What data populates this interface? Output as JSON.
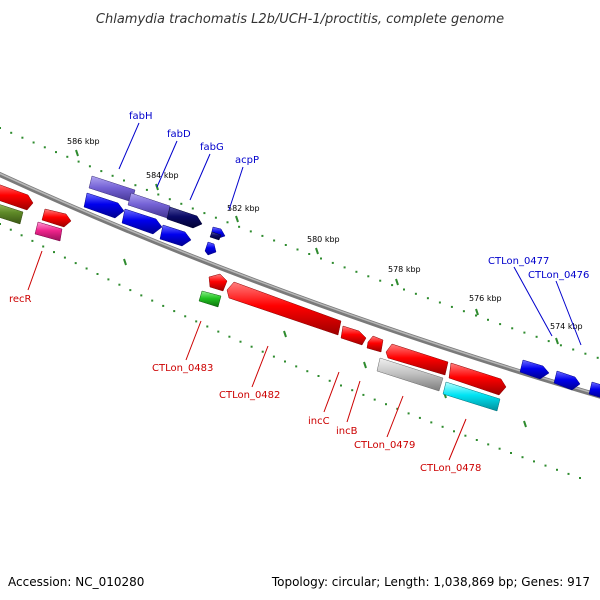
{
  "title": "Chlamydia trachomatis L2b/UCH-1/proctitis, complete genome",
  "footer": {
    "accession": "Accession: NC_010280",
    "summary": "Topology: circular; Length: 1,038,869 bp; Genes: 917"
  },
  "colors": {
    "backbone": "#8a8a8a",
    "tick": "#2e8b2e",
    "label_blue": "#0000cc",
    "label_red": "#cc0000"
  },
  "kbp_labels": [
    "586 kbp",
    "584 kbp",
    "582 kbp",
    "580 kbp",
    "578 kbp",
    "576 kbp",
    "574 kbp"
  ],
  "genes_blue": [
    "fabH",
    "fabD",
    "fabG",
    "acpP",
    "CTLon_0477",
    "CTLon_0476"
  ],
  "genes_red": [
    "recR",
    "CTLon_0483",
    "CTLon_0482",
    "incC",
    "incB",
    "CTLon_0479",
    "CTLon_0478"
  ]
}
